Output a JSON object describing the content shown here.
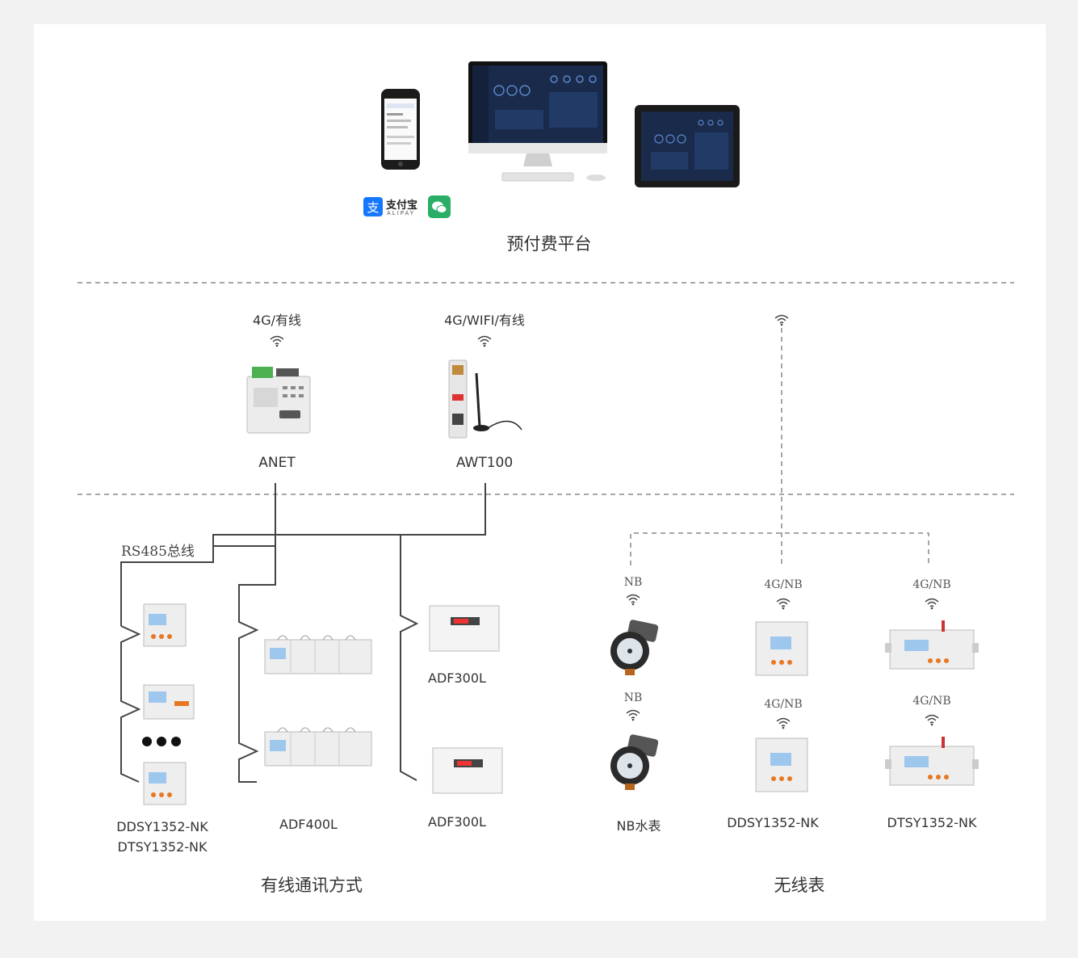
{
  "platform": {
    "title": "预付费平台",
    "alipay_cn": "支付宝",
    "alipay_en": "ALIPAY"
  },
  "gateways": {
    "anet": {
      "conn": "4G/有线",
      "name": "ANET"
    },
    "awt": {
      "conn": "4G/WIFI/有线",
      "name": "AWT100"
    }
  },
  "wired": {
    "bus_label": "RS485总线",
    "col1_line1": "DDSY1352-NK",
    "col1_line2": "DTSY1352-NK",
    "col2": "ADF400L",
    "col3_top": "ADF300L",
    "col3_bottom": "ADF300L",
    "section_title": "有线通讯方式"
  },
  "wireless": {
    "water_top_conn": "NB",
    "water_bottom_conn": "NB",
    "water_name": "NB水表",
    "ddsy_top_conn": "4G/NB",
    "ddsy_bottom_conn": "4G/NB",
    "ddsy_name": "DDSY1352-NK",
    "dtsy_top_conn": "4G/NB",
    "dtsy_bottom_conn": "4G/NB",
    "dtsy_name": "DTSY1352-NK",
    "section_title": "无线表"
  },
  "colors": {
    "line": "#444444",
    "dash": "#888888",
    "screen": "#1a2a4a",
    "led": "#e87722",
    "wechat": "#2aae67",
    "alipay": "#1677ff"
  }
}
